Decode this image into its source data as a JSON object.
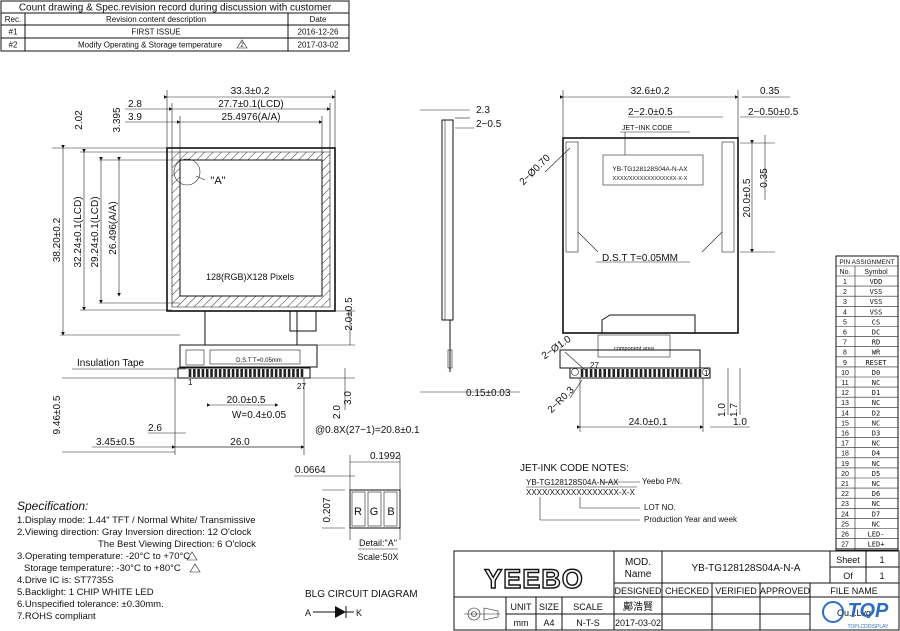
{
  "revision_table": {
    "title": "Count drawing & Spec.revision record during discussion with customer",
    "headers": [
      "Rec.",
      "Revision content description",
      "Date"
    ],
    "rows": [
      {
        "rec": "#1",
        "desc": "FIRST ISSUE",
        "date": "2016-12-26"
      },
      {
        "rec": "#2",
        "desc": "Modify Operating & Storage temperature",
        "date": "2017-03-02"
      }
    ]
  },
  "front_view": {
    "dims": {
      "w_total": "33.3±0.2",
      "w_lcd": "27.7±0.1(LCD)",
      "w_aa": "25.4976(A/A)",
      "left_28": "2.8",
      "left_39": "3.9",
      "top_3395": "3.395",
      "top_202": "2.02",
      "h_total": "38.20±0.2",
      "h_lcd": "32.24±0.1(LCD)",
      "h_lcd2": "29.24±0.1(LCD)",
      "h_aa": "26.496(A/A)",
      "fpc_20": "2.0±0.5",
      "pitch_20": "20.0±0.5",
      "pitch_w": "W=0.4±0.05",
      "v20": "2.0",
      "v30": "3.0",
      "left_946": "9.46±0.5",
      "left_26": "2.6",
      "left_345": "3.45±0.5",
      "bottom_260": "26.0",
      "pitch_formula": "@0.8X(27−1)=20.8±0.1"
    },
    "label_a": "\"A\"",
    "pixels": "128(RGB)X128 Pixels",
    "insulation": "Insulation Tape",
    "dst_small": "D.S.T T=0.05mm",
    "pin_1": "1",
    "pin_27": "27"
  },
  "side_view": {
    "d23": "2.3",
    "d205": "2−0.5",
    "d015": "0.15±0.03"
  },
  "back_view": {
    "w_total": "32.6±0.2",
    "w_035": "0.35",
    "d2_20": "2−2.0±0.5",
    "d2_050": "2−0.50±0.5",
    "jet_ink": "JET−INK CODE",
    "part_code": "YB-TG128128S04A-N-AX",
    "xcode": "XXXX/XXXXXXXXXXXXX-X-X",
    "dia_070": "2−Ø0.70",
    "h200": "20.0±0.5",
    "h035": "0.35",
    "dst": "D.S.T T=0.05MM",
    "dia_10": "2−Ø1.0",
    "r03": "2−R0.3",
    "component_area": "component area",
    "pin_27": "27",
    "pin_1": "1",
    "w240": "24.0±0.1",
    "v10": "1.0",
    "v17": "1.7",
    "h10": "1.0"
  },
  "pin_table": {
    "title": "PIN ASSIGNMENT",
    "headers": [
      "No.",
      "Symbol"
    ],
    "rows": [
      [
        "1",
        "VDD"
      ],
      [
        "2",
        "VSS"
      ],
      [
        "3",
        "VSS"
      ],
      [
        "4",
        "VSS"
      ],
      [
        "5",
        "CS"
      ],
      [
        "6",
        "DC"
      ],
      [
        "7",
        "RD"
      ],
      [
        "8",
        "WR"
      ],
      [
        "9",
        "RESET"
      ],
      [
        "10",
        "D0"
      ],
      [
        "11",
        "NC"
      ],
      [
        "12",
        "D1"
      ],
      [
        "13",
        "NC"
      ],
      [
        "14",
        "D2"
      ],
      [
        "15",
        "NC"
      ],
      [
        "16",
        "D3"
      ],
      [
        "17",
        "NC"
      ],
      [
        "18",
        "D4"
      ],
      [
        "19",
        "NC"
      ],
      [
        "20",
        "D5"
      ],
      [
        "21",
        "NC"
      ],
      [
        "22",
        "D6"
      ],
      [
        "23",
        "NC"
      ],
      [
        "24",
        "D7"
      ],
      [
        "25",
        "NC"
      ],
      [
        "26",
        "LED-"
      ],
      [
        "27",
        "LED+"
      ]
    ]
  },
  "jet_notes": {
    "title": "JET-INK CODE NOTES:",
    "code1": "YB-TG128128S04A-N-AX",
    "code2": "XXXX/XXXXXXXXXXXXX-X-X",
    "yeebo_pn": "Yeebo P/N.",
    "lot": "LOT NO.",
    "prod": "Production Year and week"
  },
  "detail": {
    "d0664": "0.0664",
    "d01992": "0.1992",
    "d0207": "0.207",
    "r": "R",
    "g": "G",
    "b": "B",
    "caption": "Detail:\"A\"",
    "scale": "Scale:50X"
  },
  "spec": {
    "title": "Specification:",
    "lines": [
      "1.Display mode: 1.44\" TFT / Normal White/ Transmissive",
      "2.Viewing direction: Gray Inversion direction: 12 O'clock",
      "The Best Viewing Direction: 6 O'clock",
      "3.Operating temperature: -20°C to +70°C",
      "Storage temperature: -30°C to +80°C",
      "4.Drive IC is: ST7735S",
      "5.Backlight: 1 CHIP WHITE LED",
      "6.Unspecified tolerance: ±0.30mm.",
      "7.ROHS compliant"
    ]
  },
  "blg": {
    "title": "BLG CIRCUIT DIAGRAM",
    "a": "A",
    "k": "K"
  },
  "title_block": {
    "brand": "YEEBO",
    "mod_name_label": "MOD. Name",
    "mod_name": "YB-TG128128S04A-N-A",
    "sheet_label": "Sheet",
    "sheet": "1",
    "of_label": "Of",
    "of": "1",
    "designed": "DESIGNED",
    "checked": "CHECKED",
    "verified": "VERIFIED",
    "approved": "APPROVED",
    "file_name": "FILE NAME",
    "unit_label": "UNIT",
    "unit": "mm",
    "size_label": "SIZE",
    "size": "A4",
    "scale_label": "SCALE",
    "scale": "N-T-S",
    "designer": "鄺浩賢",
    "date": "2017-03-02",
    "file_name_value": "Ou...Lvg"
  },
  "watermark": {
    "text": "TOP",
    "sub": "TOPLCDDISPLAY"
  }
}
